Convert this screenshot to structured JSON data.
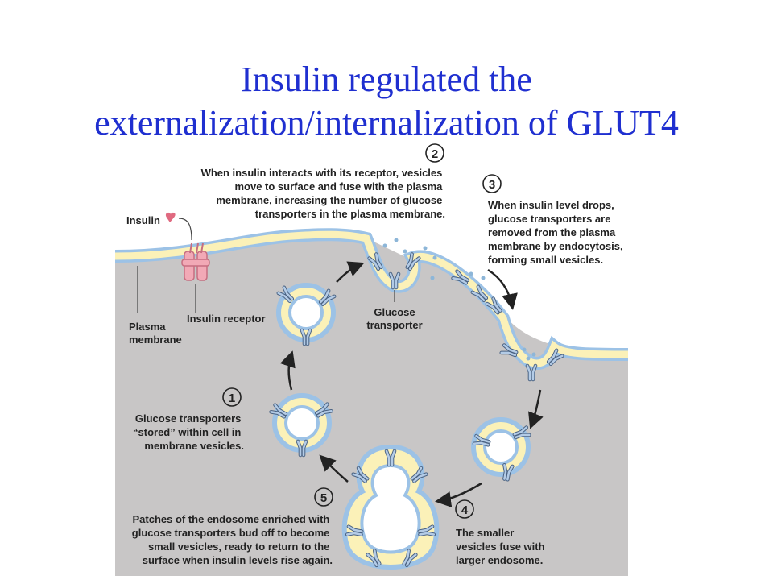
{
  "title": {
    "line1": "Insulin regulated the",
    "line2": "externalization/internalization of GLUT4"
  },
  "labels": {
    "insulin": "Insulin",
    "insulin_receptor": "Insulin receptor",
    "plasma_1": "Plasma",
    "plasma_2": "membrane",
    "glucose_1": "Glucose",
    "glucose_2": "transporter"
  },
  "steps": [
    {
      "number": "1",
      "lines": [
        "Glucose transporters",
        "“stored” within cell in",
        "membrane vesicles."
      ]
    },
    {
      "number": "2",
      "lines": [
        "When insulin interacts with its receptor, vesicles",
        "move to surface and fuse with the plasma",
        "membrane, increasing the number of glucose",
        "transporters in the plasma membrane."
      ]
    },
    {
      "number": "3",
      "lines": [
        "When insulin level drops,",
        "glucose transporters are",
        "removed from the plasma",
        "membrane by endocytosis,",
        "forming small vesicles."
      ]
    },
    {
      "number": "4",
      "lines": [
        "The smaller",
        "vesicles fuse with",
        "larger endosome."
      ]
    },
    {
      "number": "5",
      "lines": [
        "Patches of the endosome enriched with",
        "glucose transporters bud off to become",
        "small vesicles, ready to return to the",
        "surface when insulin levels rise again."
      ]
    }
  ],
  "colors": {
    "title": "#1f2fd0",
    "cytoplasm": "#c8c6c6",
    "membrane_blue": "#9cc2e6",
    "membrane_yellow": "#fbf1b8",
    "receptor": "#f2a9b6",
    "transporter": "#8aa6c6"
  }
}
